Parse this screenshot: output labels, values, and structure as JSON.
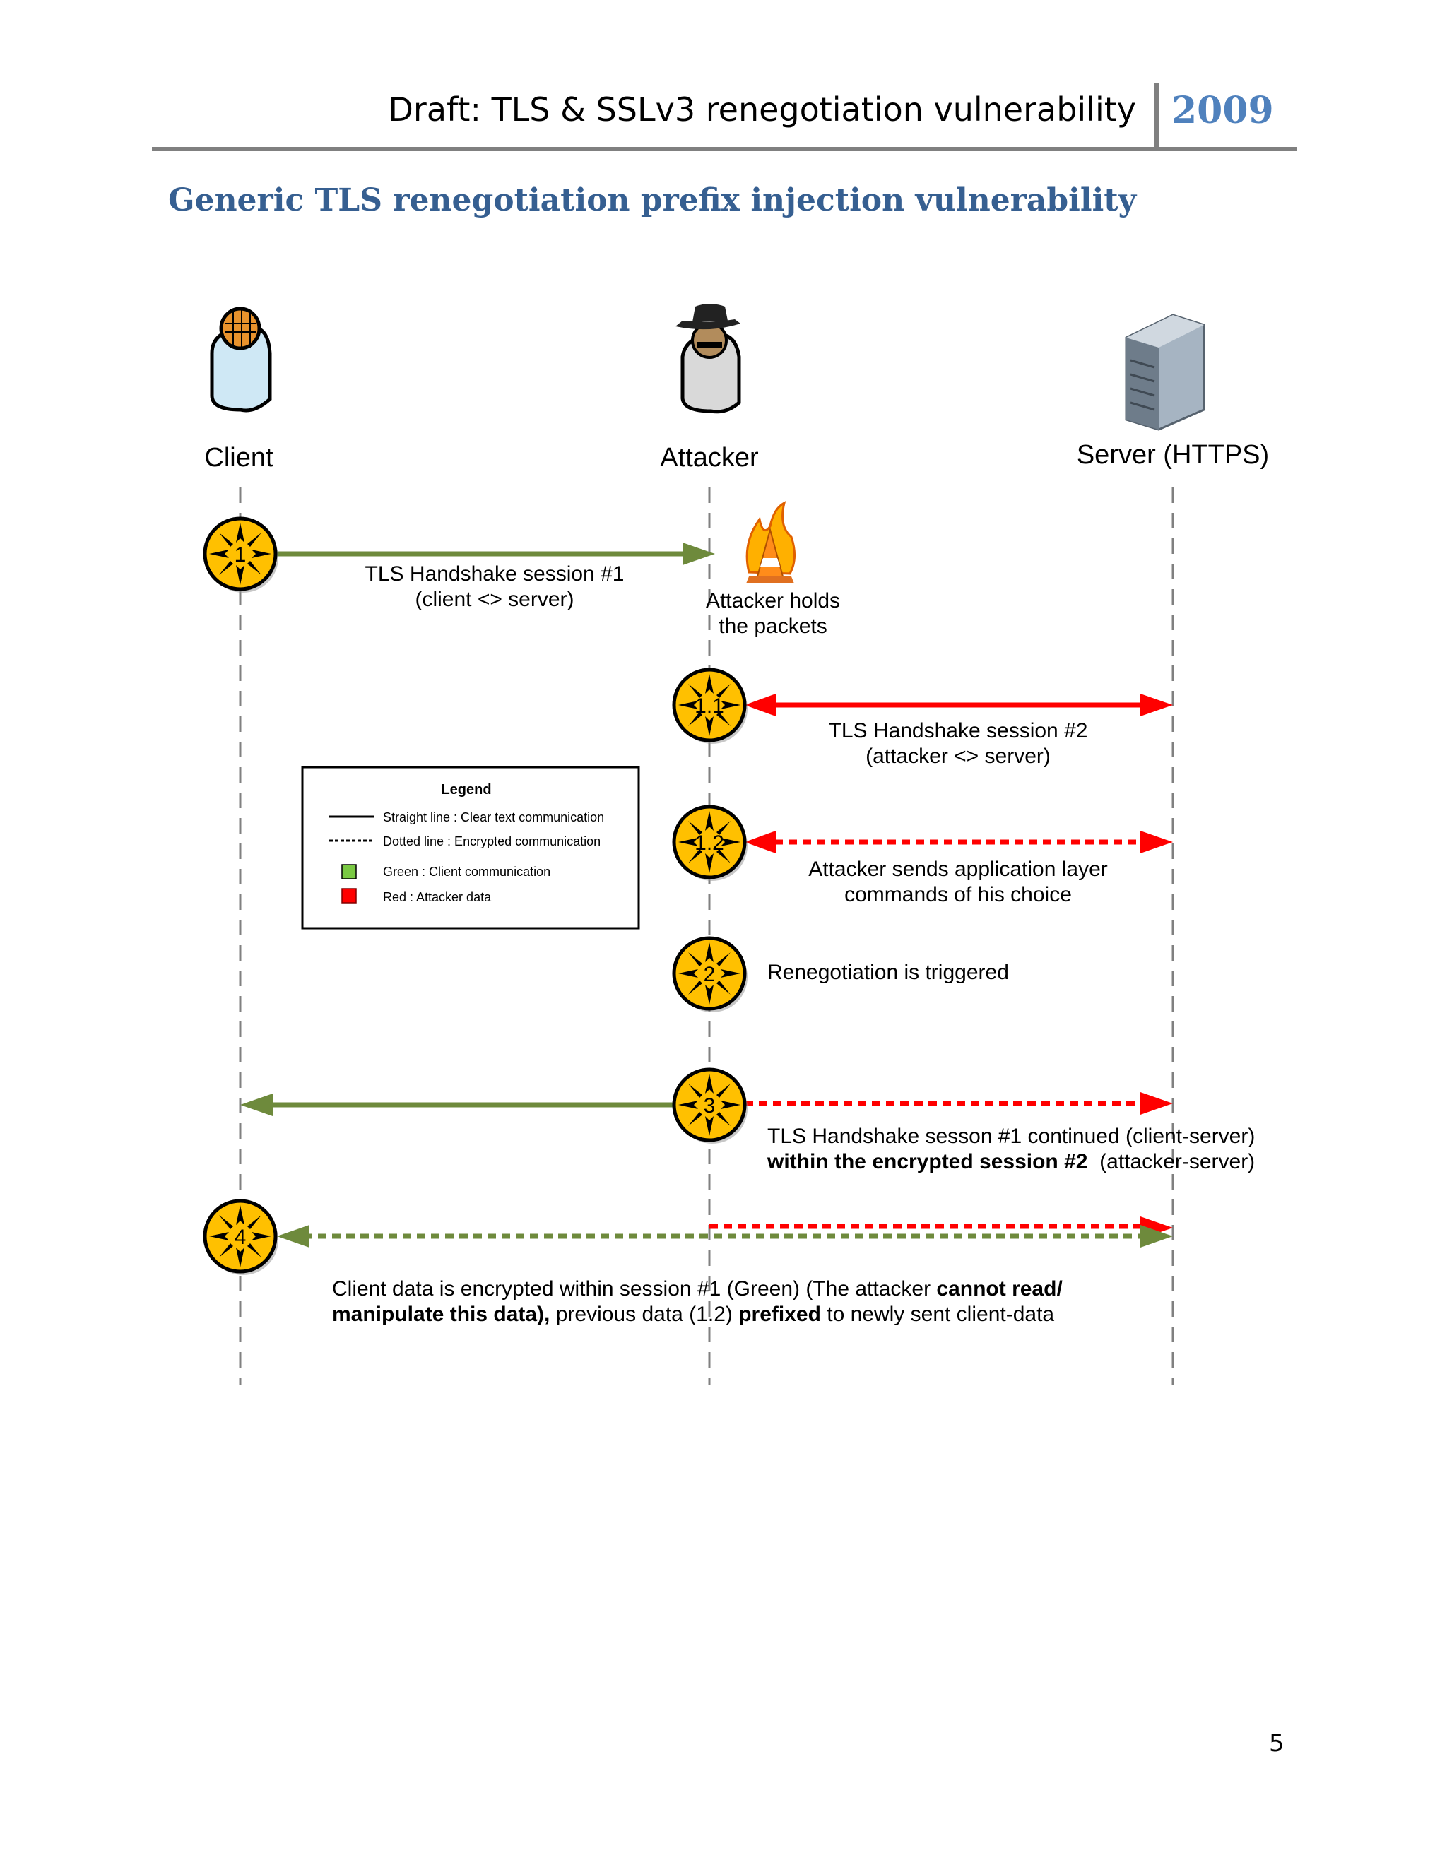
{
  "header": {
    "title": "Draft: TLS & SSLv3 renegotiation vulnerability",
    "year": "2009"
  },
  "section_title": "Generic TLS renegotiation prefix injection vulnerability",
  "actors": {
    "client": "Client",
    "attacker": "Attacker",
    "server": "Server (HTTPS)"
  },
  "steps": {
    "s1": "1",
    "s11": "1.1",
    "s12": "1.2",
    "s2": "2",
    "s3": "3",
    "s4": "4"
  },
  "labels": {
    "hs1_line1": "TLS Handshake session #1",
    "hs1_line2": "(client <> server)",
    "holds_line1": "Attacker holds",
    "holds_line2": "the packets",
    "hs2_line1": "TLS Handshake session #2",
    "hs2_line2": "(attacker <> server)",
    "cmds_line1": "Attacker sends application layer",
    "cmds_line2": "commands of his choice",
    "reneg": "Renegotiation is triggered",
    "cont_line1": "TLS Handshake sesson #1 continued (client-server)",
    "cont_line2_bold": "within the encrypted session #2",
    "cont_line2_rest": "  (attacker-server)",
    "data_line1_a": "Client data is encrypted within session #1 (Green) (The attacker ",
    "data_line1_b": "cannot read/",
    "data_line2_a": "manipulate this data),",
    "data_line2_b": " previous data (1.2) ",
    "data_line2_c": "prefixed",
    "data_line2_d": " to newly sent client-data"
  },
  "legend": {
    "title": "Legend",
    "straight": "Straight line : Clear text communication",
    "dotted": "Dotted line : Encrypted communication",
    "green": "Green : Client communication",
    "red": "Red : Attacker data"
  },
  "colors": {
    "green_line": "#6e8a3c",
    "red_line": "#ff0000",
    "badge": "#ffc000",
    "header_year": "#4f81bd",
    "section_title": "#365f91"
  },
  "page_number": "5"
}
